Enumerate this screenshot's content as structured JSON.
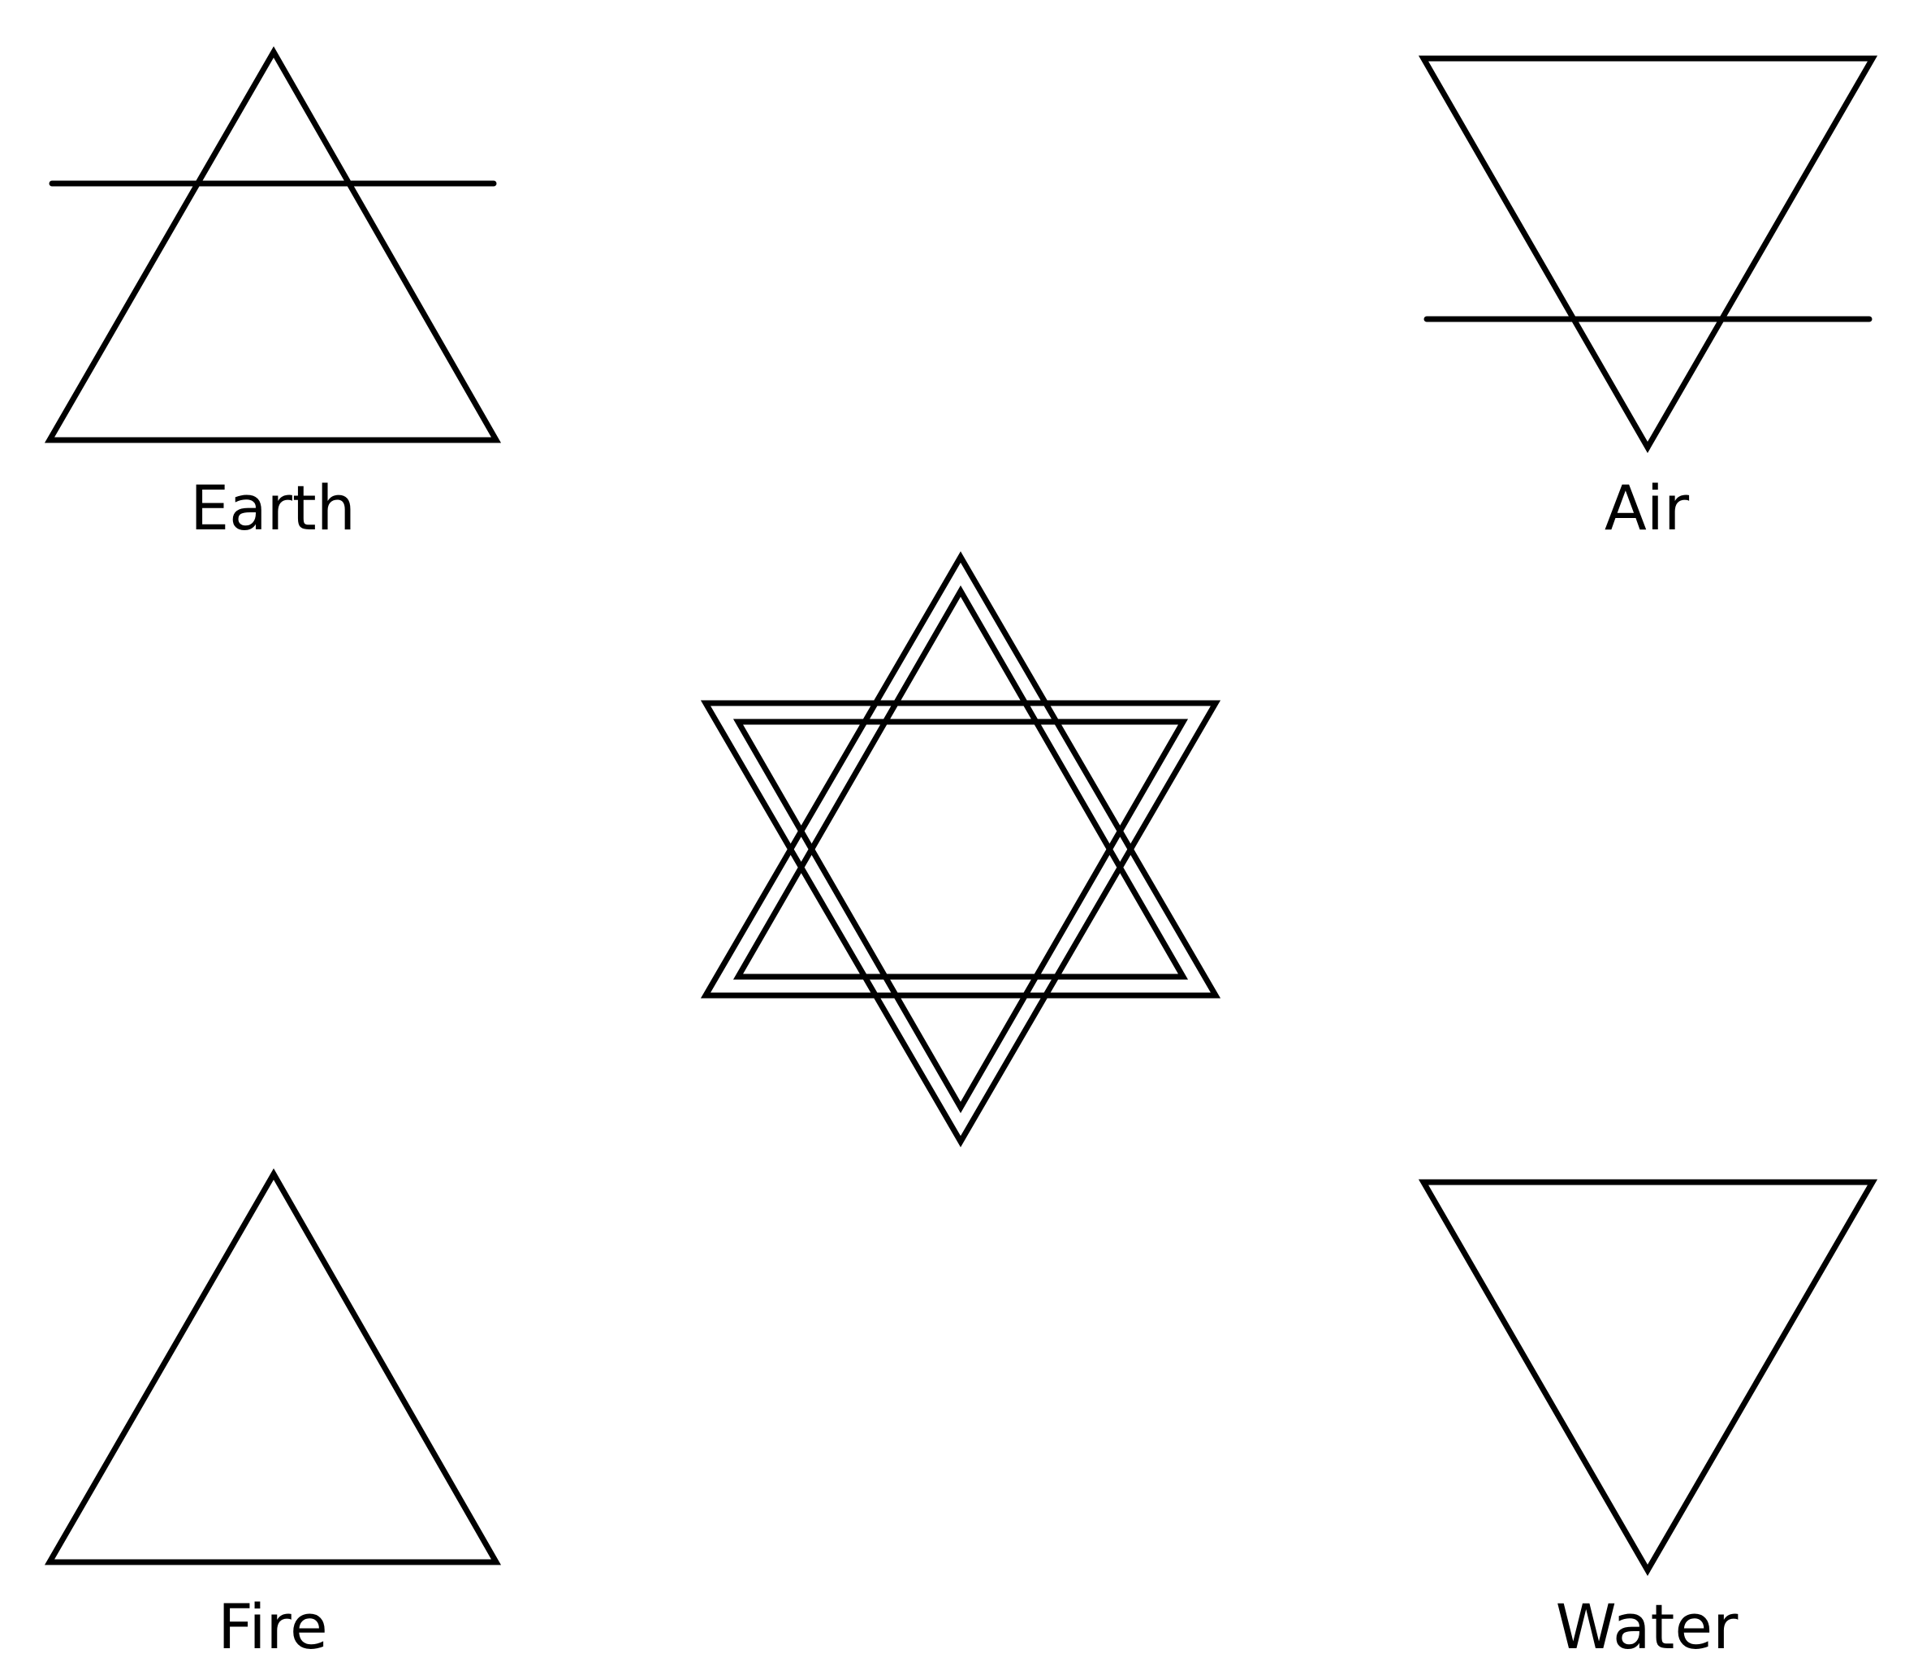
{
  "elements": {
    "earth": {
      "label": "Earth"
    },
    "air": {
      "label": "Air"
    },
    "fire": {
      "label": "Fire"
    },
    "water": {
      "label": "Water"
    }
  },
  "colors": {
    "line": "#000000",
    "background": "#ffffff"
  }
}
